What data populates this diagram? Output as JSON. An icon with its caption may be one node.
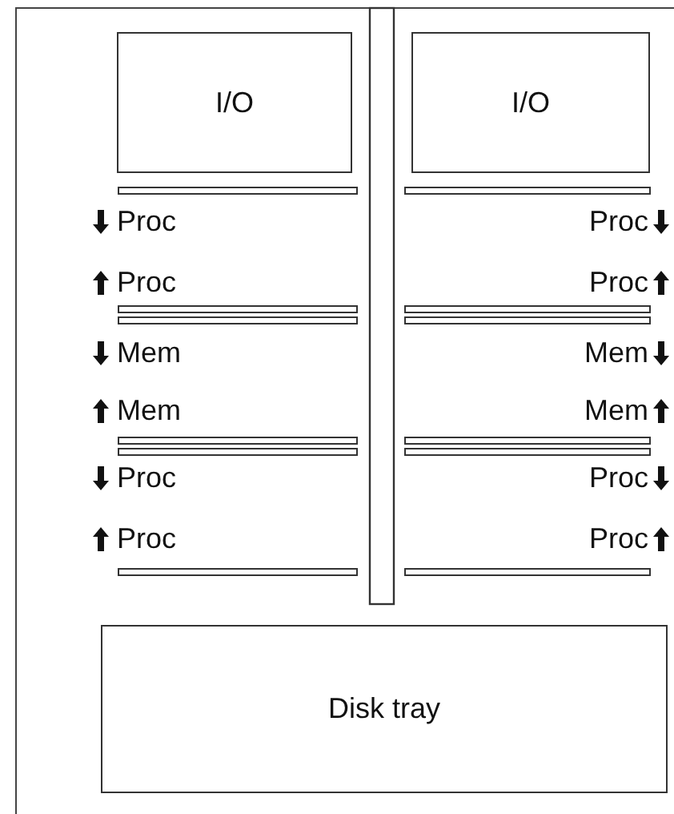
{
  "diagram": {
    "nodes": [
      {
        "text": [
          "I/O"
        ]
      },
      {
        "text": [
          "I/O"
        ]
      },
      {
        "text": [
          "Disk tray"
        ]
      }
    ],
    "labels": [
      "Proc",
      "Proc",
      "Proc",
      "Proc",
      "Mem",
      "Mem",
      "Mem",
      "Mem",
      "Proc",
      "Proc",
      "Proc",
      "Proc"
    ]
  }
}
